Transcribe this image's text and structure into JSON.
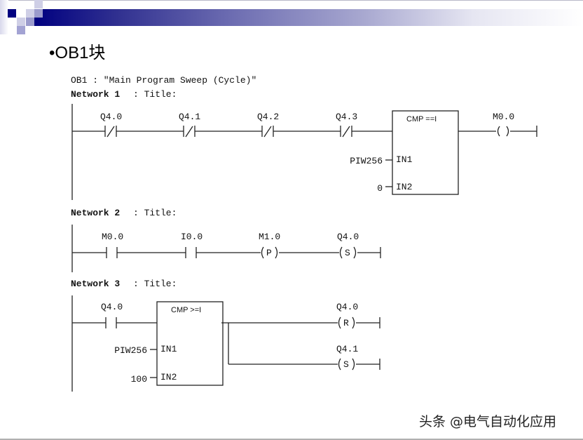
{
  "slide": {
    "title": "•OB1块",
    "colors": {
      "header_dark": "#000080",
      "header_light": "#ffffff",
      "square_dark": "#000080",
      "square_medium": "#9b9bcc",
      "square_light": "#cfcfe6",
      "line": "#222222"
    }
  },
  "program": {
    "header": "OB1 :  \"Main Program Sweep (Cycle)\"",
    "networks": [
      {
        "label": "Network 1",
        "title": ": Title:",
        "contacts": [
          {
            "address": "Q4.0",
            "type": "normally-closed",
            "symbol": "/"
          },
          {
            "address": "Q4.1",
            "type": "normally-closed",
            "symbol": "/"
          },
          {
            "address": "Q4.2",
            "type": "normally-closed",
            "symbol": "/"
          },
          {
            "address": "Q4.3",
            "type": "normally-closed",
            "symbol": "/"
          }
        ],
        "block": {
          "name": "CMP ==I",
          "inputs": [
            {
              "pin": "IN1",
              "value": "PIW256"
            },
            {
              "pin": "IN2",
              "value": "0"
            }
          ]
        },
        "coils": [
          {
            "address": "M0.0",
            "type": "output",
            "symbol": "( )"
          }
        ]
      },
      {
        "label": "Network 2",
        "title": ": Title:",
        "contacts": [
          {
            "address": "M0.0",
            "type": "normally-open"
          },
          {
            "address": "I0.0",
            "type": "normally-open"
          }
        ],
        "coils": [
          {
            "address": "M1.0",
            "type": "positive-edge",
            "symbol": "P"
          },
          {
            "address": "Q4.0",
            "type": "set",
            "symbol": "S"
          }
        ]
      },
      {
        "label": "Network 3",
        "title": ": Title:",
        "contacts": [
          {
            "address": "Q4.0",
            "type": "normally-open"
          }
        ],
        "block": {
          "name": "CMP >=I",
          "inputs": [
            {
              "pin": "IN1",
              "value": "PIW256"
            },
            {
              "pin": "IN2",
              "value": "100"
            }
          ]
        },
        "coils": [
          {
            "address": "Q4.0",
            "type": "reset",
            "symbol": "R"
          },
          {
            "address": "Q4.1",
            "type": "set",
            "symbol": "S"
          }
        ]
      }
    ]
  },
  "watermark": "头条 @电气自动化应用"
}
